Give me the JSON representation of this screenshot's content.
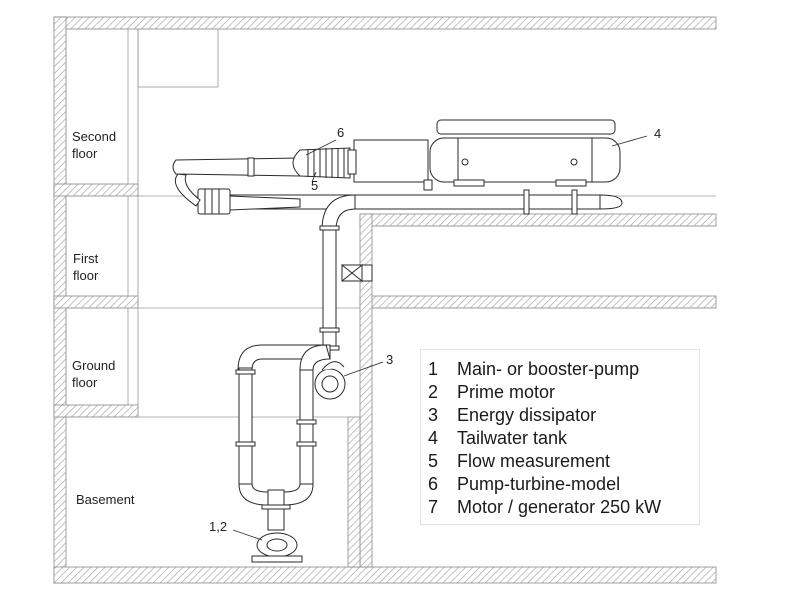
{
  "floors": {
    "second": [
      "Second",
      "floor"
    ],
    "first": [
      "First",
      "floor"
    ],
    "ground": [
      "Ground",
      "floor"
    ],
    "basement": "Basement"
  },
  "callouts": {
    "c12": "1,2",
    "c3": "3",
    "c4": "4",
    "c5": "5",
    "c6": "6"
  },
  "legend": [
    {
      "num": "1",
      "text": "Main- or booster-pump"
    },
    {
      "num": "2",
      "text": "Prime motor"
    },
    {
      "num": "3",
      "text": "Energy dissipator"
    },
    {
      "num": "4",
      "text": "Tailwater tank"
    },
    {
      "num": "5",
      "text": "Flow measurement"
    },
    {
      "num": "6",
      "text": "Pump-turbine-model"
    },
    {
      "num": "7",
      "text": "Motor / generator 250 kW"
    }
  ]
}
